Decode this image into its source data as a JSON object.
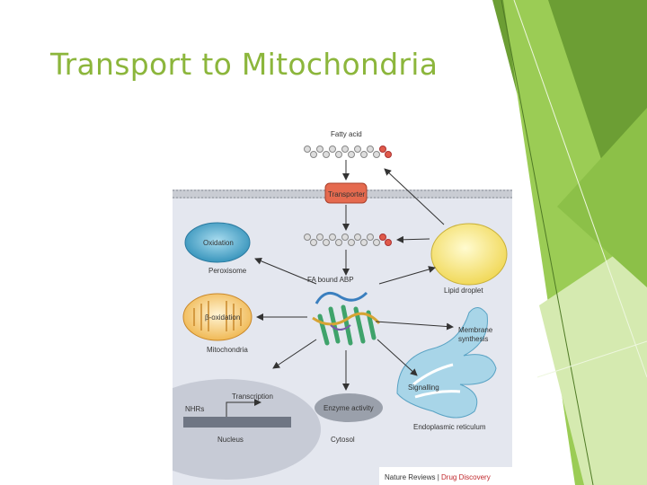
{
  "slide": {
    "title": "Transport to Mitochondria"
  },
  "figure": {
    "labels": {
      "fatty_acid": "Fatty acid",
      "transporter": "Transporter",
      "oxidation": "Oxidation",
      "peroxisome": "Peroxisome",
      "fa_bound_abp": "FA bound  ABP",
      "lipid_droplet": "Lipid droplet",
      "beta_oxidation": "β-oxidation",
      "mitochondria": "Mitochondria",
      "membrane": "Membrane",
      "synthesis": "synthesis",
      "signalling": "Signalling",
      "transcription": "Transcription",
      "nhrs": "NHRs",
      "enzyme_activity": "Enzyme activity",
      "endoplasmic_reticulum": "Endoplasmic reticulum",
      "nucleus": "Nucleus",
      "cytosol": "Cytosol"
    },
    "credit": {
      "journal": "Nature Reviews",
      "separator": " | ",
      "section": "Drug Discovery"
    }
  },
  "colors": {
    "title_green": "#8cb63c",
    "deco_green": "#7fb43a",
    "deco_light": "#c8e39a",
    "deco_dark": "#6a9a30",
    "credit_red": "#c0282d"
  }
}
